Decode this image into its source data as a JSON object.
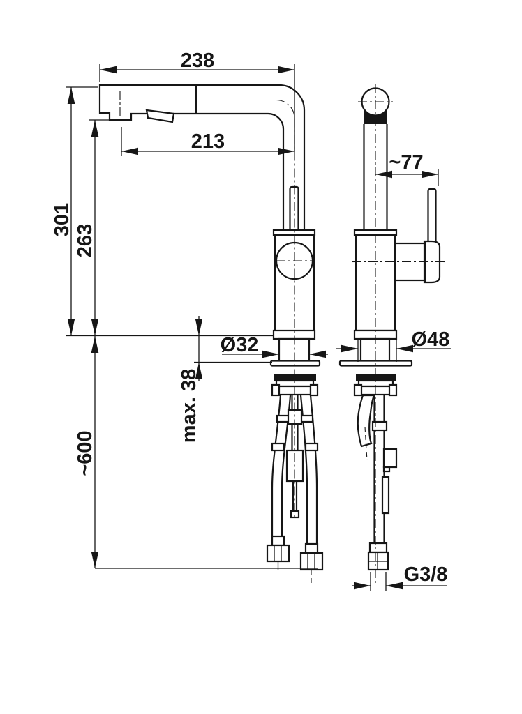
{
  "drawing": {
    "type": "technical-dimension-drawing",
    "subject": "kitchen faucet, front and side projections",
    "ink_color": "#161616",
    "background_color": "#ffffff"
  },
  "dimensions": {
    "spout_reach_overall": "238",
    "spout_reach_aerator": "213",
    "height_overall": "301",
    "height_aerator": "263",
    "handle_projection": "~77",
    "shank_diameter": "Ø32",
    "body_diameter": "Ø48",
    "deck_thickness": "max. 38",
    "hose_length": "~600",
    "thread_size": "G3/8"
  }
}
